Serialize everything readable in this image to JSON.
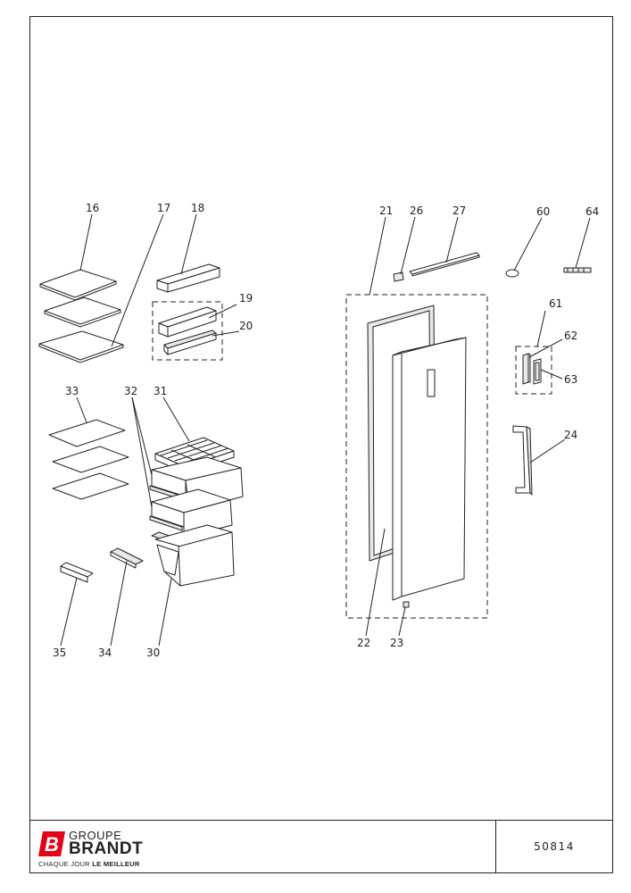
{
  "callouts": {
    "c16": "16",
    "c17": "17",
    "c18": "18",
    "c19": "19",
    "c20": "20",
    "c21": "21",
    "c22": "22",
    "c23": "23",
    "c24": "24",
    "c26": "26",
    "c27": "27",
    "c30": "30",
    "c31": "31",
    "c32": "32",
    "c33": "33",
    "c34": "34",
    "c35": "35",
    "c60": "60",
    "c61": "61",
    "c62": "62",
    "c63": "63",
    "c64": "64"
  },
  "footer": {
    "brand_line1": "GROUPE",
    "brand_line2": "BRANDT",
    "tagline_regular": "CHAQUE JOUR ",
    "tagline_bold": "LE MEILLEUR",
    "brand_color": "#e2001a",
    "document_number": "50814"
  }
}
